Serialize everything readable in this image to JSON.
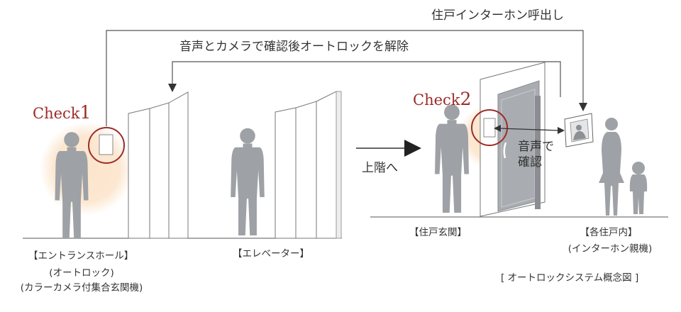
{
  "callouts": {
    "intercom_call": "住戸インターホン呼出し",
    "unlock": "音声とカメラで確認後オートロックを解除"
  },
  "checks": {
    "check1": {
      "word": "Check",
      "num": "1"
    },
    "check2": {
      "word": "Check",
      "num": "2"
    }
  },
  "labels": {
    "entrance_hall": "【エントランスホール】",
    "entrance_sub1": "(オートロック)",
    "entrance_sub2": "(カラーカメラ付集合玄関機)",
    "elevator": "【エレベーター】",
    "go_upstairs": "上階へ",
    "confirm_line1": "音声で",
    "confirm_line2": "確認",
    "unit_entrance": "【住戸玄関】",
    "each_unit": "【各住戸内】",
    "each_unit_sub": "(インターホン親機)",
    "diagram_title": "[ オートロックシステム概念図 ]"
  },
  "colors": {
    "accent_red": "#9c2b28",
    "highlight_glow": "#fbe3c9",
    "figure_gray": "#9ea1a5",
    "line": "#555555",
    "door": "#a9acb0"
  }
}
